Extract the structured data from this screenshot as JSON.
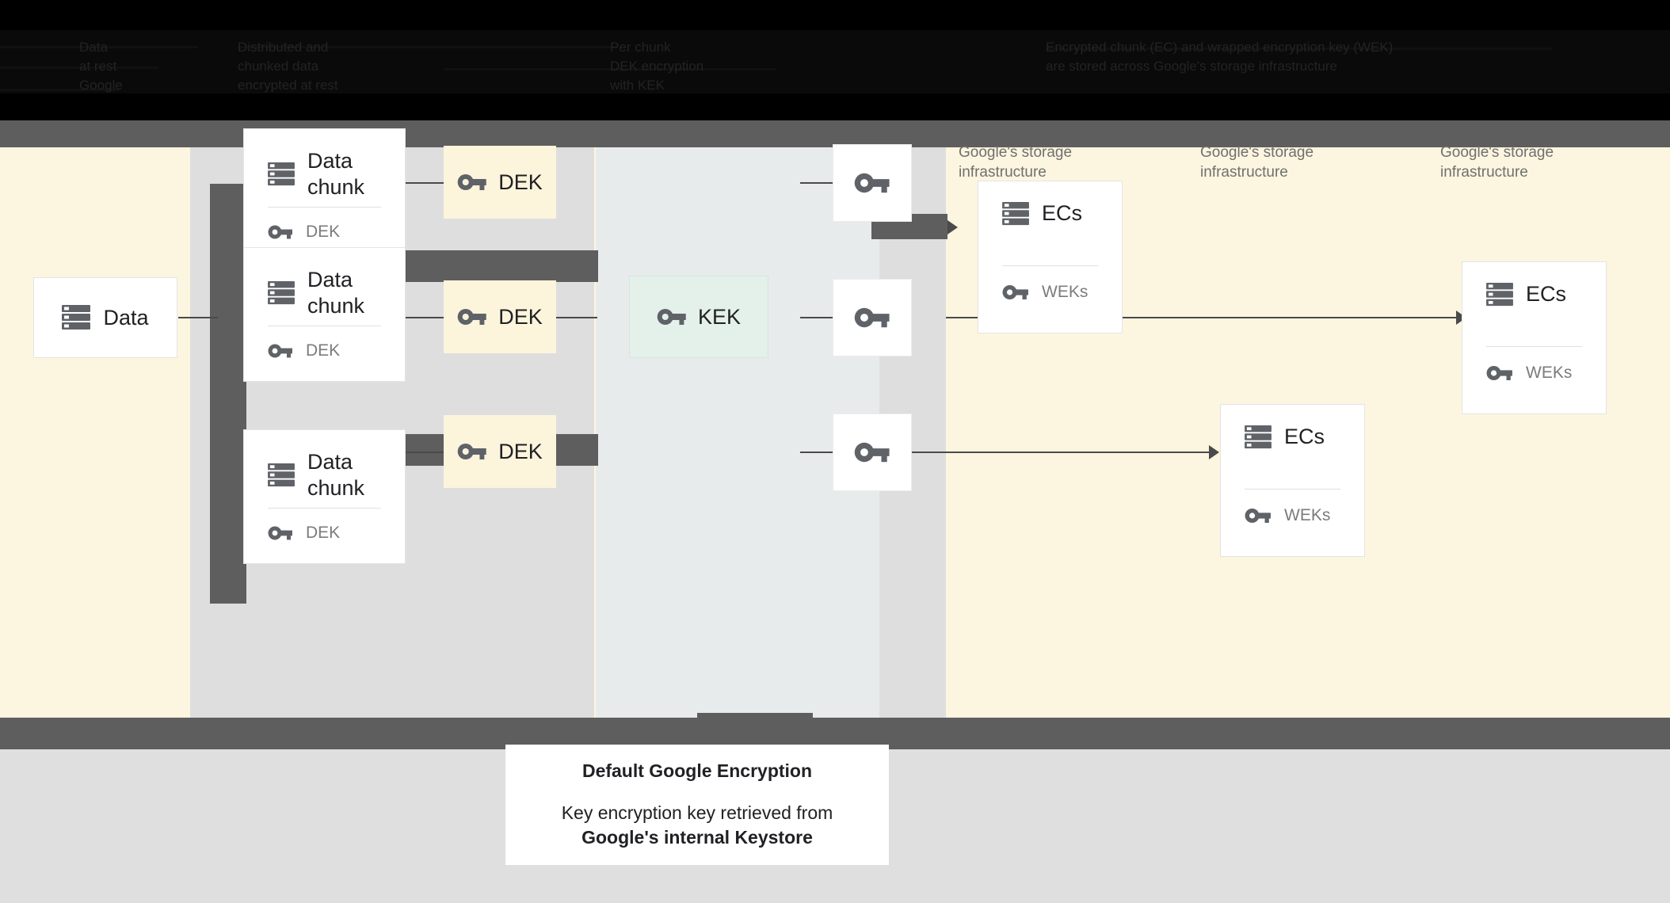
{
  "header": {
    "obscured": true,
    "col1": "Data\nat rest\nGoogle",
    "col2": "Distributed and\nchunked data\nencrypted at rest",
    "col3": "Per chunk\nDEK encryption\nwith KEK",
    "col4": "Encrypted chunk (EC) and wrapped encryption key (WEK)\nare stored across Google's storage infrastructure"
  },
  "bands": {
    "cool_label": "key-wrapping-zone",
    "cream_label": "data-zone"
  },
  "source": {
    "title": "Data",
    "icon": "server-icon"
  },
  "chunks": [
    {
      "title": "Data\nchunk",
      "icon": "server-icon",
      "foot_icon": "key-icon",
      "foot_label": "DEK"
    },
    {
      "title": "Data\nchunk",
      "icon": "server-icon",
      "foot_icon": "key-icon",
      "foot_label": "DEK"
    },
    {
      "title": "Data\nchunk",
      "icon": "server-icon",
      "foot_icon": "key-icon",
      "foot_label": "DEK"
    }
  ],
  "deks": [
    {
      "label": "DEK",
      "icon": "key-icon"
    },
    {
      "label": "DEK",
      "icon": "key-icon"
    },
    {
      "label": "DEK",
      "icon": "key-icon"
    }
  ],
  "kek": {
    "label": "KEK",
    "icon": "key-icon"
  },
  "wrapped_keys": [
    {
      "icon": "key-icon"
    },
    {
      "icon": "key-icon"
    },
    {
      "icon": "key-icon"
    }
  ],
  "storage_labels": [
    "Google's storage\ninfrastructure",
    "Google's storage\ninfrastructure",
    "Google's storage\ninfrastructure"
  ],
  "ec_cards": [
    {
      "title": "ECs",
      "icon": "server-icon",
      "foot_icon": "key-icon",
      "foot_label": "WEKs"
    },
    {
      "title": "ECs",
      "icon": "server-icon",
      "foot_icon": "key-icon",
      "foot_label": "WEKs"
    },
    {
      "title": "ECs",
      "icon": "server-icon",
      "foot_icon": "key-icon",
      "foot_label": "WEKs"
    }
  ],
  "caption": {
    "title": "Default Google Encryption",
    "line1": "Key encryption key retrieved from",
    "line2": "Google's internal Keystore"
  },
  "colors": {
    "cream": "#fcf5e0",
    "cool_gray": "#e8ebec",
    "lane_gray": "#dedede",
    "dark_gray": "#5e5e5e",
    "dek_fill": "#fdf4dc",
    "kek_fill": "#e4f0ea",
    "icon_gray": "#5f6368",
    "footer_gray": "#dfdfdf"
  }
}
